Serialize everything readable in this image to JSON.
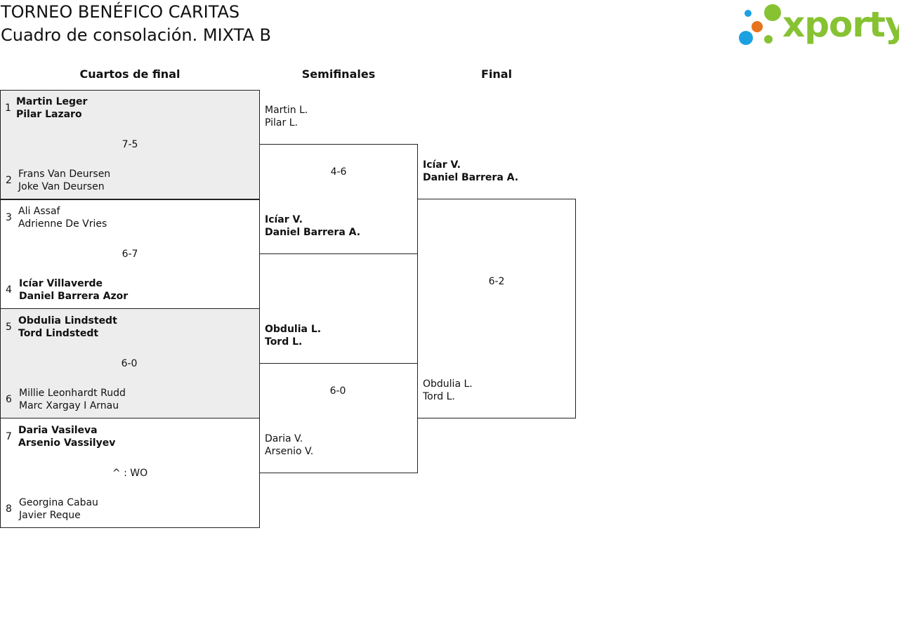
{
  "header": {
    "title": "TORNEO BENÉFICO CARITAS",
    "subtitle": "Cuadro de consolación. MIXTA B",
    "logo_text": "xporty"
  },
  "rounds": {
    "qf": "Cuartos de final",
    "sf": "Semifinales",
    "final": "Final"
  },
  "quarterfinals": [
    {
      "seedA": "1",
      "a1": "Martin Leger",
      "a2": "Pilar Lazaro",
      "score": "7-5",
      "seedB": "2",
      "b1": "Frans Van Deursen",
      "b2": "Joke Van Deursen"
    },
    {
      "seedA": "3",
      "a1": "Ali Assaf",
      "a2": "Adrienne De Vries",
      "score": "6-7",
      "seedB": "4",
      "b1": "Icíar Villaverde",
      "b2": "Daniel Barrera Azor"
    },
    {
      "seedA": "5",
      "a1": "Obdulia Lindstedt",
      "a2": "Tord Lindstedt",
      "score": "6-0",
      "seedB": "6",
      "b1": "Millie Leonhardt Rudd",
      "b2": "Marc Xargay I Arnau"
    },
    {
      "seedA": "7",
      "a1": "Daria Vasileva",
      "a2": "Arsenio Vassilyev",
      "score": "^ : WO",
      "seedB": "8",
      "b1": "Georgina Cabau",
      "b2": "Javier Reque"
    }
  ],
  "semifinals": [
    {
      "a1": "Martin L.",
      "a2": "Pilar L.",
      "score": "4-6",
      "b1": "Icíar V.",
      "b2": "Daniel Barrera A."
    },
    {
      "a1": "Obdulia L.",
      "a2": "Tord L.",
      "score": "6-0",
      "b1": "Daria V.",
      "b2": "Arsenio V."
    }
  ],
  "final": {
    "a1": "Icíar V.",
    "a2": "Daniel Barrera A.",
    "score": "6-2",
    "b1": "Obdulia L.",
    "b2": "Tord L."
  },
  "colors": {
    "shaded_bg": "#ededed",
    "logo_green": "#86c232",
    "logo_blue": "#1ba1e2",
    "logo_orange": "#e8731e"
  }
}
